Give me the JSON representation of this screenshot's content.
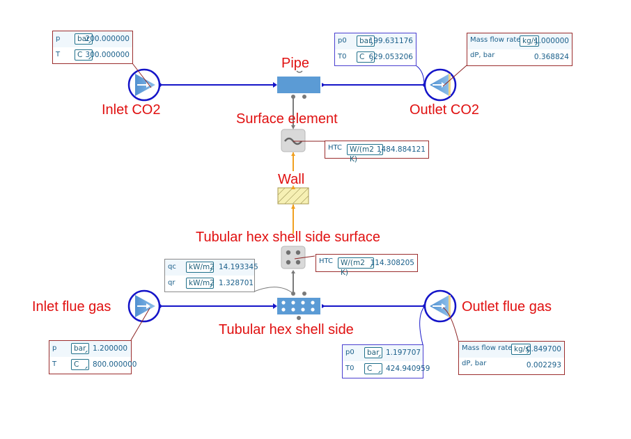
{
  "components": {
    "inlet_co2": {
      "label": "Inlet CO2",
      "params": [
        {
          "name": "p",
          "unit": "bar",
          "value": "200.000000"
        },
        {
          "name": "T",
          "unit": "C",
          "value": "300.000000"
        }
      ]
    },
    "pipe": {
      "label": "Pipe"
    },
    "outlet_co2": {
      "label": "Outlet CO2",
      "stagnation": [
        {
          "name": "p0",
          "unit": "bar",
          "value": "199.631176"
        },
        {
          "name": "T0",
          "unit": "C",
          "value": "629.053206"
        }
      ],
      "flow": [
        {
          "name": "Mass flow rate",
          "unit": "kg/s",
          "value": "1.000000"
        },
        {
          "name": "dP, bar",
          "unit": "",
          "value": "0.368824"
        }
      ]
    },
    "surface_element": {
      "label": "Surface element",
      "params": [
        {
          "name": "HTC",
          "unit": "W/(m2 K)",
          "value": "1484.884121"
        }
      ]
    },
    "wall": {
      "label": "Wall"
    },
    "shell_surface": {
      "label": "Tubular hex shell side surface",
      "params": [
        {
          "name": "HTC",
          "unit": "W/(m2 K)",
          "value": "114.308205"
        }
      ]
    },
    "shell_side": {
      "label": "Tubular hex shell side",
      "params": [
        {
          "name": "qc",
          "unit": "kW/m2",
          "value": "14.193345"
        },
        {
          "name": "qr",
          "unit": "kW/m2",
          "value": "1.328701"
        }
      ]
    },
    "inlet_flue": {
      "label": "Inlet flue gas",
      "params": [
        {
          "name": "p",
          "unit": "bar",
          "value": "1.200000"
        },
        {
          "name": "T",
          "unit": "C",
          "value": "800.000000"
        }
      ]
    },
    "outlet_flue": {
      "label": "Outlet flue gas",
      "stagnation": [
        {
          "name": "p0",
          "unit": "bar",
          "value": "1.197707"
        },
        {
          "name": "T0",
          "unit": "C",
          "value": "424.940959"
        }
      ],
      "flow": [
        {
          "name": "Mass flow rate",
          "unit": "kg/s",
          "value": "0.849700"
        },
        {
          "name": "dP, bar",
          "unit": "",
          "value": "0.002293"
        }
      ]
    }
  },
  "colors": {
    "label": "#e01010",
    "flow_line": "#1414c8",
    "heat_line": "#f0a020",
    "signal_line": "#7a7a7a",
    "component_blue": "#5b9bd5",
    "box_red": "#9b2c2c",
    "box_blue": "#4a3fd0"
  }
}
